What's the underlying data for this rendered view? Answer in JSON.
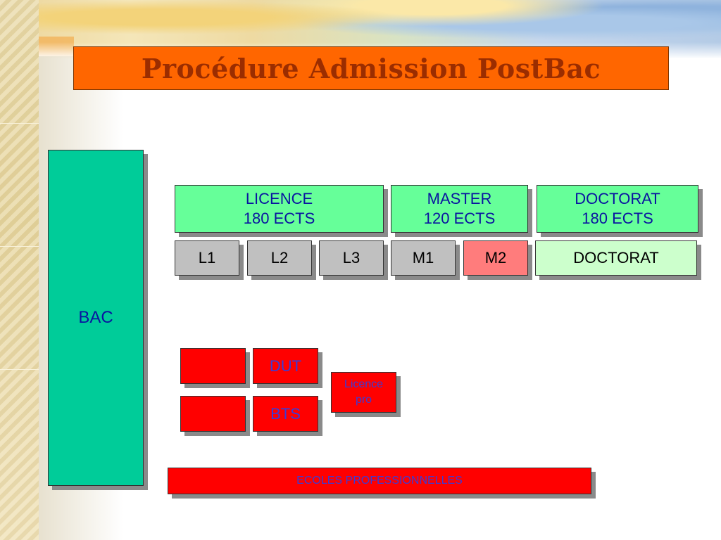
{
  "slide": {
    "title": "Procédure  Admission PostBac"
  },
  "diagram": {
    "bac": "BAC",
    "degrees": [
      {
        "name": "LICENCE",
        "ects": "180 ECTS"
      },
      {
        "name": "MASTER",
        "ects": "120 ECTS"
      },
      {
        "name": "DOCTORAT",
        "ects": "180 ECTS"
      }
    ],
    "levels": [
      "L1",
      "L2",
      "L3",
      "M1",
      "M2",
      "DOCTORAT"
    ],
    "short_tracks": {
      "dut": "DUT",
      "bts": "BTS",
      "licence_pro_line1": "Licence",
      "licence_pro_line2": "pro"
    },
    "schools": "ECOLES PROFESSIONNELLES"
  },
  "colors": {
    "title_bg": "#ff6600",
    "title_text": "#9b2d00",
    "bac_bg": "#00cc99",
    "degree_bg": "#66ff99",
    "level_grey": "#c0c0c0",
    "level_m2": "#ff7c7c",
    "level_doctorat": "#ccffcc",
    "track_red": "#ff0000",
    "text_blue": "#0a14a0"
  }
}
